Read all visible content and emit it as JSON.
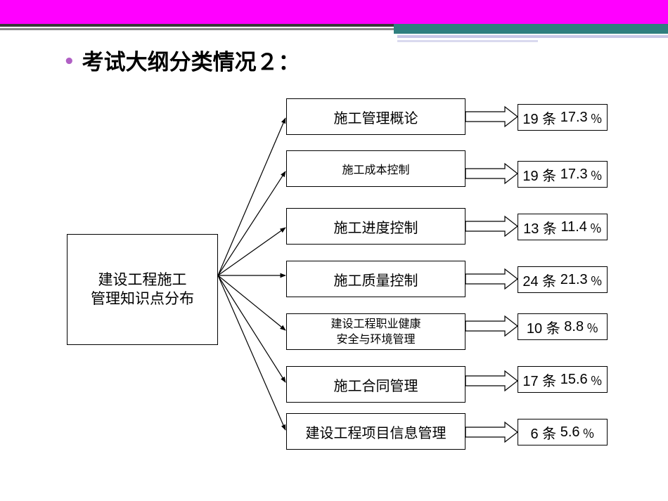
{
  "slide": {
    "title": "考试大纲分类情况２：",
    "bullet": "•"
  },
  "source": {
    "line1": "建设工程施工",
    "line2": "管理知识点分布"
  },
  "categories": [
    {
      "label": "施工管理概论",
      "count": "19 条",
      "percent": "17.3",
      "pct_sign": "％"
    },
    {
      "label": "施工成本控制",
      "count": "19 条",
      "percent": "17.3",
      "pct_sign": "％"
    },
    {
      "label": "施工进度控制",
      "count": "13 条",
      "percent": "11.4",
      "pct_sign": "％"
    },
    {
      "label": "施工质量控制",
      "count": "24 条",
      "percent": "21.3",
      "pct_sign": "％"
    },
    {
      "label_line1": "建设工程职业健康",
      "label_line2": "安全与环境管理",
      "count": "10 条",
      "percent": "8.8",
      "pct_sign": "％"
    },
    {
      "label": "施工合同管理",
      "count": "17 条",
      "percent": "15.6",
      "pct_sign": "％"
    },
    {
      "label": "建设工程项目信息管理",
      "count": "6 条",
      "percent": "5.6",
      "pct_sign": "％"
    }
  ],
  "colors": {
    "header_bar": "#ff00ff",
    "bullet": "#b05fc4"
  }
}
